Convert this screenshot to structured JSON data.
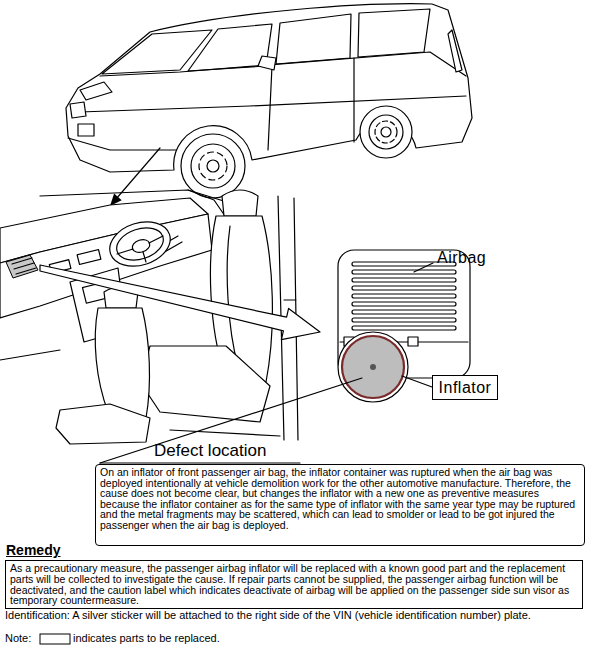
{
  "diagram": {
    "nodes": [
      {
        "text": [
          "Inflator"
        ]
      },
      {
        "text": [
          "Defect location",
          "On an inflator of front passenger air bag, the inflator container was ruptured when the air bag was deployed intentionally at vehicle demolition work for the other automotive manufacture. Therefore, the cause does not become clear, but changes the inflator with a new one as preventive measures because the inflator container as for the same type of inflator with the same year type may be ruptured and the metal fragments may be scattered, which can lead to smolder or lead to be got injured the passenger when the air bag is deployed."
        ]
      },
      {
        "text": [
          "Remedy",
          "As a precautionary measure, the passenger airbag inflator will be replaced with a known good part and the replacement parts will be collected to investigate the cause. If repair parts cannot be supplied, the passenger airbag function will be deactivated, and the caution label which indicates deactivate of airbag will be applied on the passenger side sun visor as temporary countermeasure."
        ]
      }
    ],
    "labels": [
      "Airbag",
      "Identification: A silver sticker will be attached to the right side of the VIN (vehicle identification number) plate.",
      "Note:",
      "indicates parts to be replaced."
    ]
  }
}
